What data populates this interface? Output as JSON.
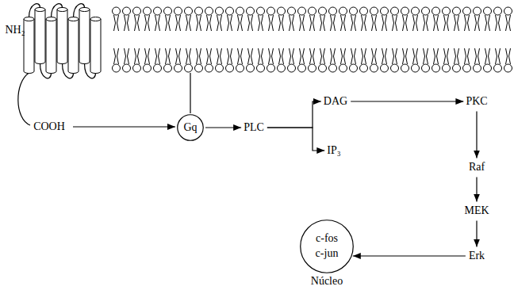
{
  "diagram": {
    "nodes": [
      {
        "text": [
          "Gq"
        ]
      },
      {
        "text": [
          "PLC"
        ]
      },
      {
        "text": [
          "DAG"
        ]
      },
      {
        "text": [
          "IP₃"
        ]
      },
      {
        "text": [
          "PKC"
        ]
      },
      {
        "text": [
          "Raf"
        ]
      },
      {
        "text": [
          "MEK"
        ]
      },
      {
        "text": [
          "Erk"
        ]
      },
      {
        "text": [
          "c-fos",
          "c-jun",
          "Núcleo"
        ]
      }
    ],
    "edges": [
      {
        "from": 0,
        "to": 1,
        "arrow": "to"
      },
      {
        "from": 1,
        "to": 2,
        "arrow": "to"
      },
      {
        "from": 1,
        "to": 3,
        "arrow": "to"
      },
      {
        "from": 2,
        "to": 4,
        "arrow": "to"
      },
      {
        "from": 4,
        "to": 5,
        "arrow": "to"
      },
      {
        "from": 5,
        "to": 6,
        "arrow": "to"
      },
      {
        "from": 6,
        "to": 7,
        "arrow": "to"
      },
      {
        "from": 7,
        "to": 8,
        "arrow": "to"
      }
    ],
    "labels": [
      "NH₂",
      "COOH"
    ]
  }
}
